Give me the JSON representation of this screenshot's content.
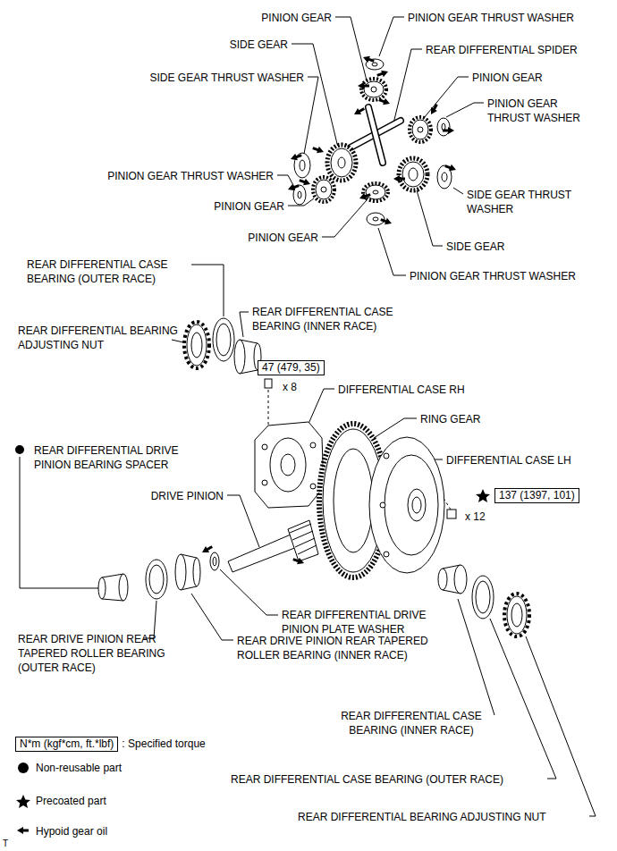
{
  "diagram": {
    "nodes": [
      {
        "text": [
          "47 (479, 35)"
        ]
      },
      {
        "text": [
          "137 (1397, 101)"
        ]
      },
      {
        "text": [
          "N*m (kgf*cm, ft.*lbf)"
        ]
      }
    ],
    "labels": [
      "PINION GEAR",
      "PINION GEAR THRUST WASHER",
      "SIDE GEAR",
      "REAR DIFFERENTIAL SPIDER",
      "SIDE GEAR THRUST WASHER",
      "PINION GEAR",
      "PINION GEAR THRUST WASHER",
      "PINION GEAR THRUST WASHER",
      "PINION GEAR",
      "SIDE GEAR THRUST WASHER",
      "PINION GEAR",
      "SIDE GEAR",
      "PINION GEAR THRUST WASHER",
      "REAR DIFFERENTIAL CASE BEARING (OUTER RACE)",
      "REAR DIFFERENTIAL BEARING ADJUSTING NUT",
      "REAR DIFFERENTIAL CASE BEARING (INNER RACE)",
      "x 8",
      "DIFFERENTIAL CASE RH",
      "RING GEAR",
      "REAR DIFFERENTIAL DRIVE PINION BEARING SPACER",
      "DIFFERENTIAL CASE LH",
      "x 12",
      "DRIVE PINION",
      "REAR DIFFERENTIAL DRIVE PINION PLATE WASHER",
      "REAR DRIVE PINION REAR TAPERED ROLLER BEARING (OUTER RACE)",
      "REAR DRIVE PINION REAR TAPERED ROLLER BEARING (INNER RACE)",
      "REAR DIFFERENTIAL CASE BEARING (INNER RACE)",
      "REAR DIFFERENTIAL CASE BEARING (OUTER RACE)",
      "REAR DIFFERENTIAL BEARING ADJUSTING NUT",
      "T"
    ],
    "legend": [
      {
        "text": ": Specified torque"
      },
      {
        "text": "Non-reusable part"
      },
      {
        "text": "Precoated part"
      },
      {
        "text": "Hypoid gear oil"
      }
    ]
  }
}
